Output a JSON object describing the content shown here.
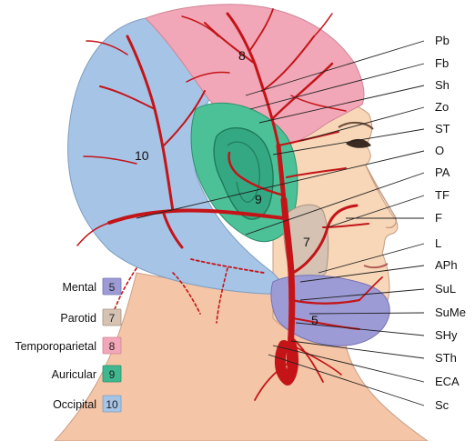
{
  "diagram": {
    "arteries": [
      {
        "abbr": "Pb"
      },
      {
        "abbr": "Fb"
      },
      {
        "abbr": "Sh"
      },
      {
        "abbr": "Zo"
      },
      {
        "abbr": "ST"
      },
      {
        "abbr": "O"
      },
      {
        "abbr": "PA"
      },
      {
        "abbr": "TF"
      },
      {
        "abbr": "F"
      },
      {
        "abbr": "L"
      },
      {
        "abbr": "APh"
      },
      {
        "abbr": "SuL"
      },
      {
        "abbr": "SuMe"
      },
      {
        "abbr": "SHy"
      },
      {
        "abbr": "STh"
      },
      {
        "abbr": "ECA"
      },
      {
        "abbr": "Sc"
      }
    ],
    "territory_numbers": {
      "mental": "5",
      "parotid": "7",
      "temporoparietal": "8",
      "auricular": "9",
      "occipital": "10"
    },
    "legend": [
      {
        "name": "Mental",
        "number": "5",
        "color": "#9d9bd6"
      },
      {
        "name": "Parotid",
        "number": "7",
        "color": "#d5c2b3"
      },
      {
        "name": "Temporoparietal",
        "number": "8",
        "color": "#f1a7b7"
      },
      {
        "name": "Auricular",
        "number": "9",
        "color": "#3fb88f"
      },
      {
        "name": "Occipital",
        "number": "10",
        "color": "#a5c4e6"
      }
    ]
  }
}
